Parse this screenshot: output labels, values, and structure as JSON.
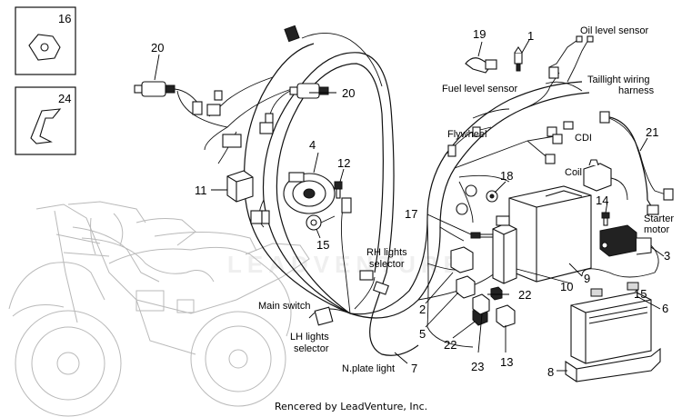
{
  "callouts": {
    "n1": "1",
    "n2": "2",
    "n3": "3",
    "n4": "4",
    "n5": "5",
    "n6": "6",
    "n7": "7",
    "n8": "8",
    "n9": "9",
    "n10": "10",
    "n11": "11",
    "n12": "12",
    "n13": "13",
    "n14": "14",
    "n15a": "15",
    "n15b": "15",
    "n16": "16",
    "n17": "17",
    "n18": "18",
    "n19": "19",
    "n20a": "20",
    "n20b": "20",
    "n21": "21",
    "n22a": "22",
    "n22b": "22",
    "n23": "23",
    "n24": "24"
  },
  "labels": {
    "oil_level_sensor": "Oil level sensor",
    "taillight_wiring_1": "Taillight wiring",
    "taillight_wiring_2": "harness",
    "fuel_level_sensor": "Fuel level sensor",
    "flywheel": "Flywheel",
    "cdi": "CDI",
    "coil": "Coil",
    "starter_1": "Starter",
    "starter_2": "motor",
    "rh_selector_1": "RH lights",
    "rh_selector_2": "selector",
    "main_switch": "Main switch",
    "lh_selector_1": "LH lights",
    "lh_selector_2": "selector",
    "nplate_light": "N.plate light"
  },
  "watermark": "LEADVENTURE",
  "footer": "Rencered by LeadVenture, Inc.",
  "colors": {
    "line": "#111111",
    "ghost_line": "#b9b9b9",
    "background": "#ffffff"
  }
}
